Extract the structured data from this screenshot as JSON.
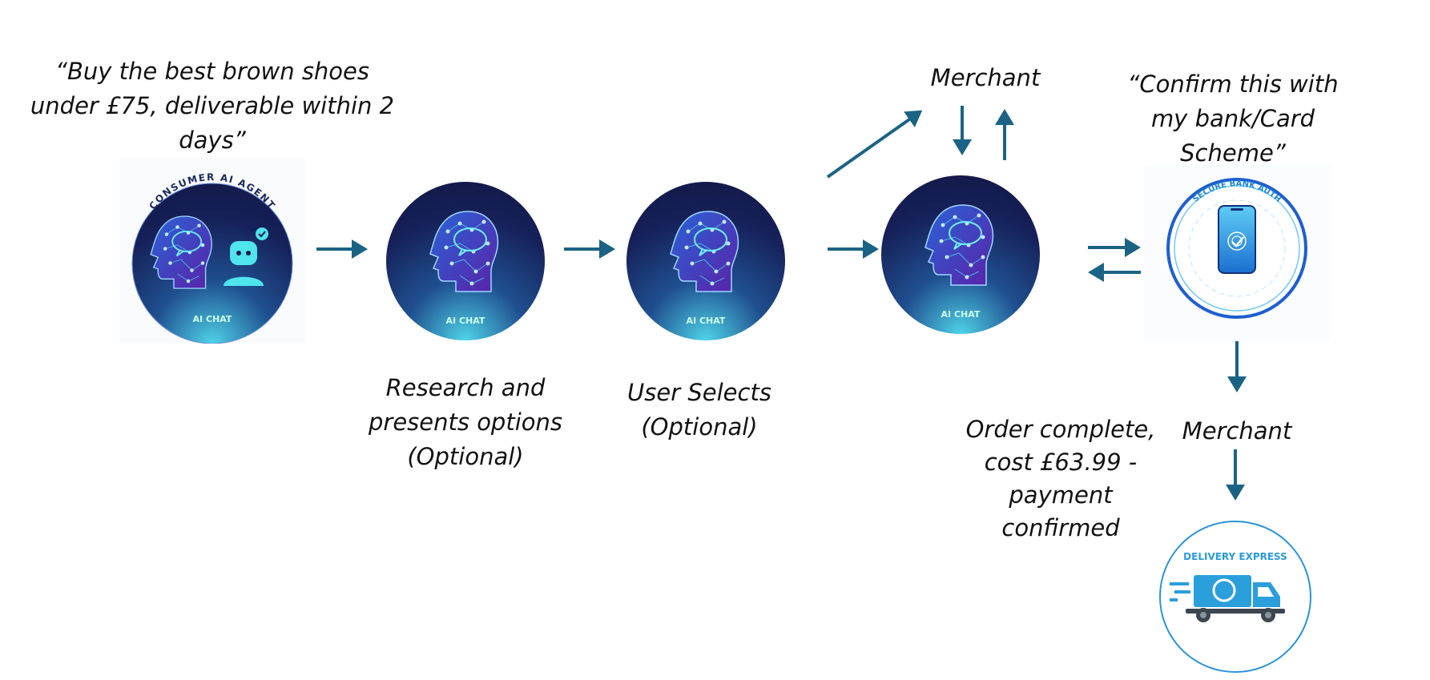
{
  "quote_user": [
    "“Buy the best brown shoes",
    "under £75, deliverable within 2",
    "days”"
  ],
  "quote_bank": [
    "“Confirm this with",
    "my bank/Card",
    "Scheme”"
  ],
  "merchant_top": "Merchant",
  "merchant_bottom": "Merchant",
  "label_research": [
    "Research and",
    "presents options",
    "(Optional)"
  ],
  "label_select": [
    "User Selects",
    "(Optional)"
  ],
  "label_order": [
    "Order complete,",
    "cost £63.99 -",
    "payment",
    "confirmed"
  ],
  "nodes": {
    "consumer_agent": {
      "ring_text": "CONSUMER AI AGENT",
      "badge": "AI CHAT"
    },
    "ai_chat_1": {
      "badge": "AI CHAT"
    },
    "ai_chat_2": {
      "badge": "AI CHAT"
    },
    "ai_chat_3": {
      "badge": "AI CHAT"
    },
    "bank_auth": {
      "ring_text": "SECURE BANK AUTH"
    },
    "delivery": {
      "title": "DELIVERY EXPRESS"
    }
  },
  "colors": {
    "arrow": "#1b6384",
    "navy": "#141a4a",
    "cyan": "#4fd3e8",
    "blue": "#1e88d8"
  }
}
